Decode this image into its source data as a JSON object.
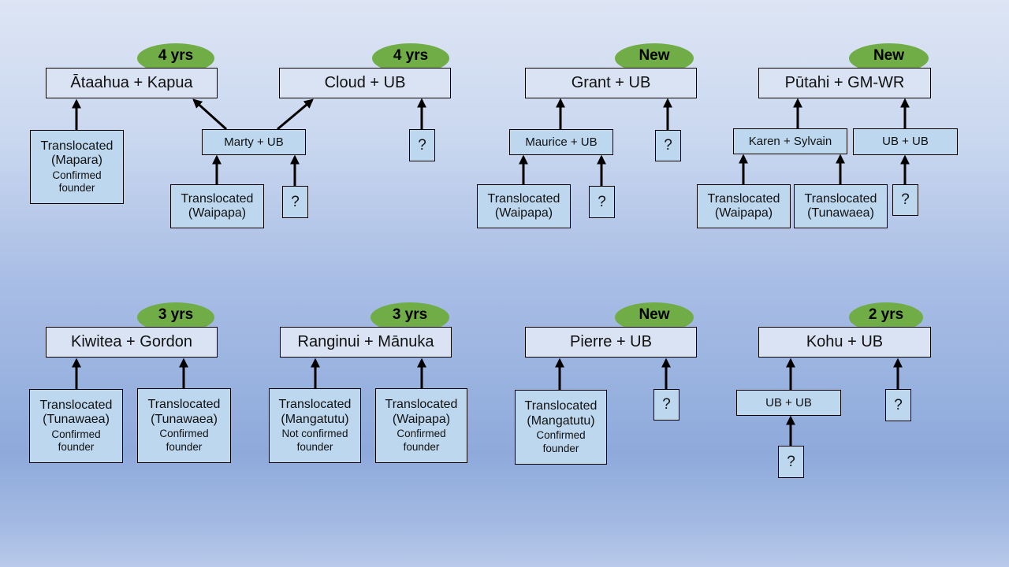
{
  "accent_colors": {
    "badge": "#70ad47",
    "parent_box": "#dae3f3",
    "child_box": "#bdd7ee",
    "arrow": "#000000"
  },
  "trees": [
    {
      "pair": "Ātaāhua + Kapua",
      "badge": "4 yrs",
      "parents": [
        {
          "line1": "Translocated",
          "line2": "(Mapara)",
          "status1": "Confirmed",
          "status2": "founder"
        },
        {
          "label": "Marty + UB",
          "children": [
            {
              "line1": "Translocated",
              "line2": "(Waipapa)"
            },
            {
              "label": "?"
            }
          ]
        }
      ]
    },
    {
      "pair": "Cloud + UB",
      "badge": "4 yrs",
      "parents": [
        {
          "label": "Marty + UB (shared)"
        },
        {
          "label": "?"
        }
      ]
    },
    {
      "pair": "Grant + UB",
      "badge": "New",
      "parents": [
        {
          "label": "Maurice + UB",
          "children": [
            {
              "line1": "Translocated",
              "line2": "(Waipapa)"
            },
            {
              "label": "?"
            }
          ]
        },
        {
          "label": "?"
        }
      ]
    },
    {
      "pair": "Pūtahi + GM-WR",
      "badge": "New",
      "parents": [
        {
          "label": "Karen + Sylvain",
          "children": [
            {
              "line1": "Translocated",
              "line2": "(Waipapa)"
            },
            {
              "line1": "Translocated",
              "line2": "(Tunawaea)"
            }
          ]
        },
        {
          "label": "UB + UB",
          "children": [
            {
              "label": "?"
            }
          ]
        }
      ]
    },
    {
      "pair": "Kiwitea + Gordon",
      "badge": "3 yrs",
      "parents": [
        {
          "line1": "Translocated",
          "line2": "(Tunawaea)",
          "status1": "Confirmed",
          "status2": "founder"
        },
        {
          "line1": "Translocated",
          "line2": "(Tunawaea)",
          "status1": "Confirmed",
          "status2": "founder"
        }
      ]
    },
    {
      "pair": "Ranginui + Mānuka",
      "badge": "3 yrs",
      "parents": [
        {
          "line1": "Translocated",
          "line2": "(Mangatutu)",
          "status1": "Not confirmed",
          "status2": "founder"
        },
        {
          "line1": "Translocated",
          "line2": "(Waipapa)",
          "status1": "Confirmed",
          "status2": "founder"
        }
      ]
    },
    {
      "pair": "Pierre + UB",
      "badge": "New",
      "parents": [
        {
          "line1": "Translocated",
          "line2": "(Mangatutu)",
          "status1": "Confirmed",
          "status2": "founder"
        },
        {
          "label": "?"
        }
      ]
    },
    {
      "pair": "Kohu + UB",
      "badge": "2 yrs",
      "parents": [
        {
          "label": "UB + UB",
          "children": [
            {
              "label": "?"
            }
          ]
        },
        {
          "label": "?"
        }
      ]
    }
  ]
}
